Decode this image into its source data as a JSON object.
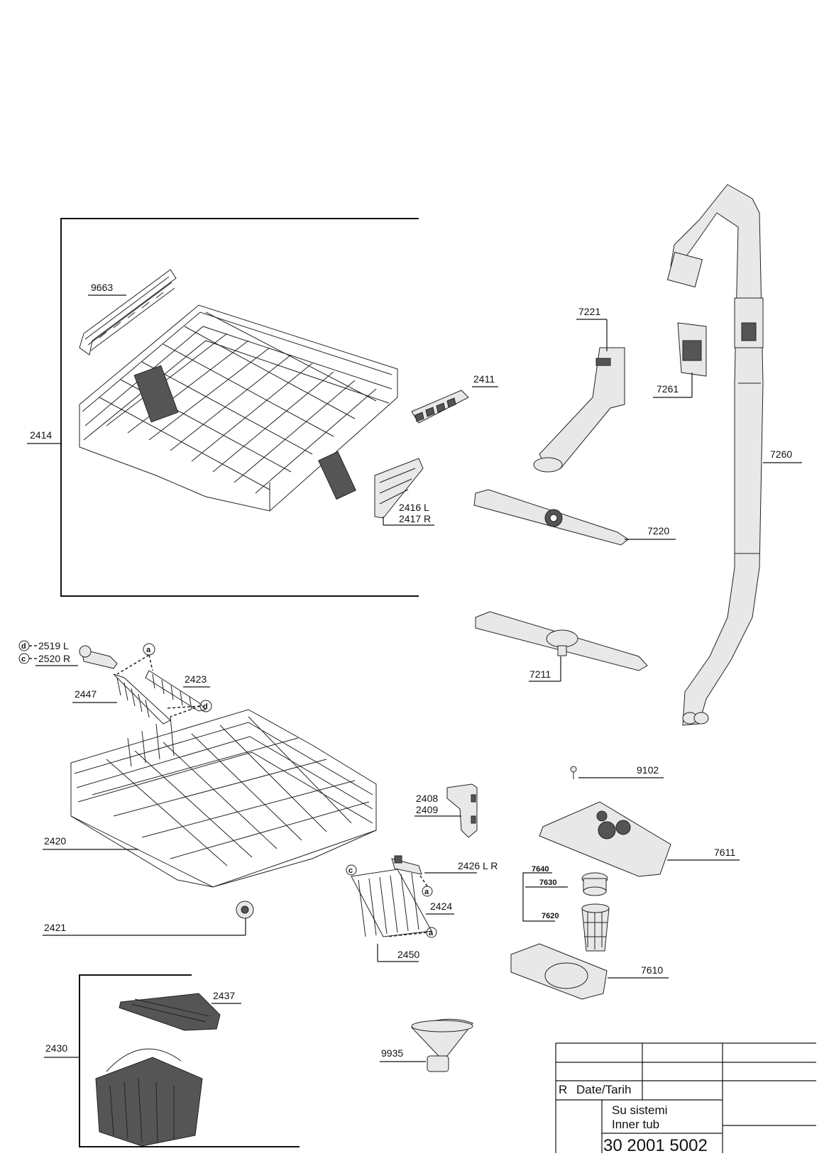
{
  "labels": {
    "p9663": "9663",
    "p2414": "2414",
    "p2411": "2411",
    "p2416": "2416 L",
    "p2417": "2417 R",
    "p7221": "7221",
    "p7261": "7261",
    "p7260": "7260",
    "p7220": "7220",
    "p7211": "7211",
    "p2519": "2519 L",
    "p2520": "2520 R",
    "p2423": "2423",
    "p2447": "2447",
    "p2420": "2420",
    "p2421": "2421",
    "p2408": "2408",
    "p2409": "2409",
    "p2426": "2426 L R",
    "p2424": "2424",
    "p2450": "2450",
    "p9102": "9102",
    "p7611": "7611",
    "p7640": "7640",
    "p7630": "7630",
    "p7620": "7620",
    "p7610": "7610",
    "p2437": "2437",
    "p2430": "2430",
    "p9935": "9935"
  },
  "callouts": {
    "d": "d",
    "c": "c",
    "a": "a"
  },
  "title_block": {
    "revision_label": "R",
    "date_label": "Date/Tarih",
    "title_tr": "Su sistemi",
    "title_en": "Inner tub",
    "drawing_number": "30 2001 5002"
  }
}
